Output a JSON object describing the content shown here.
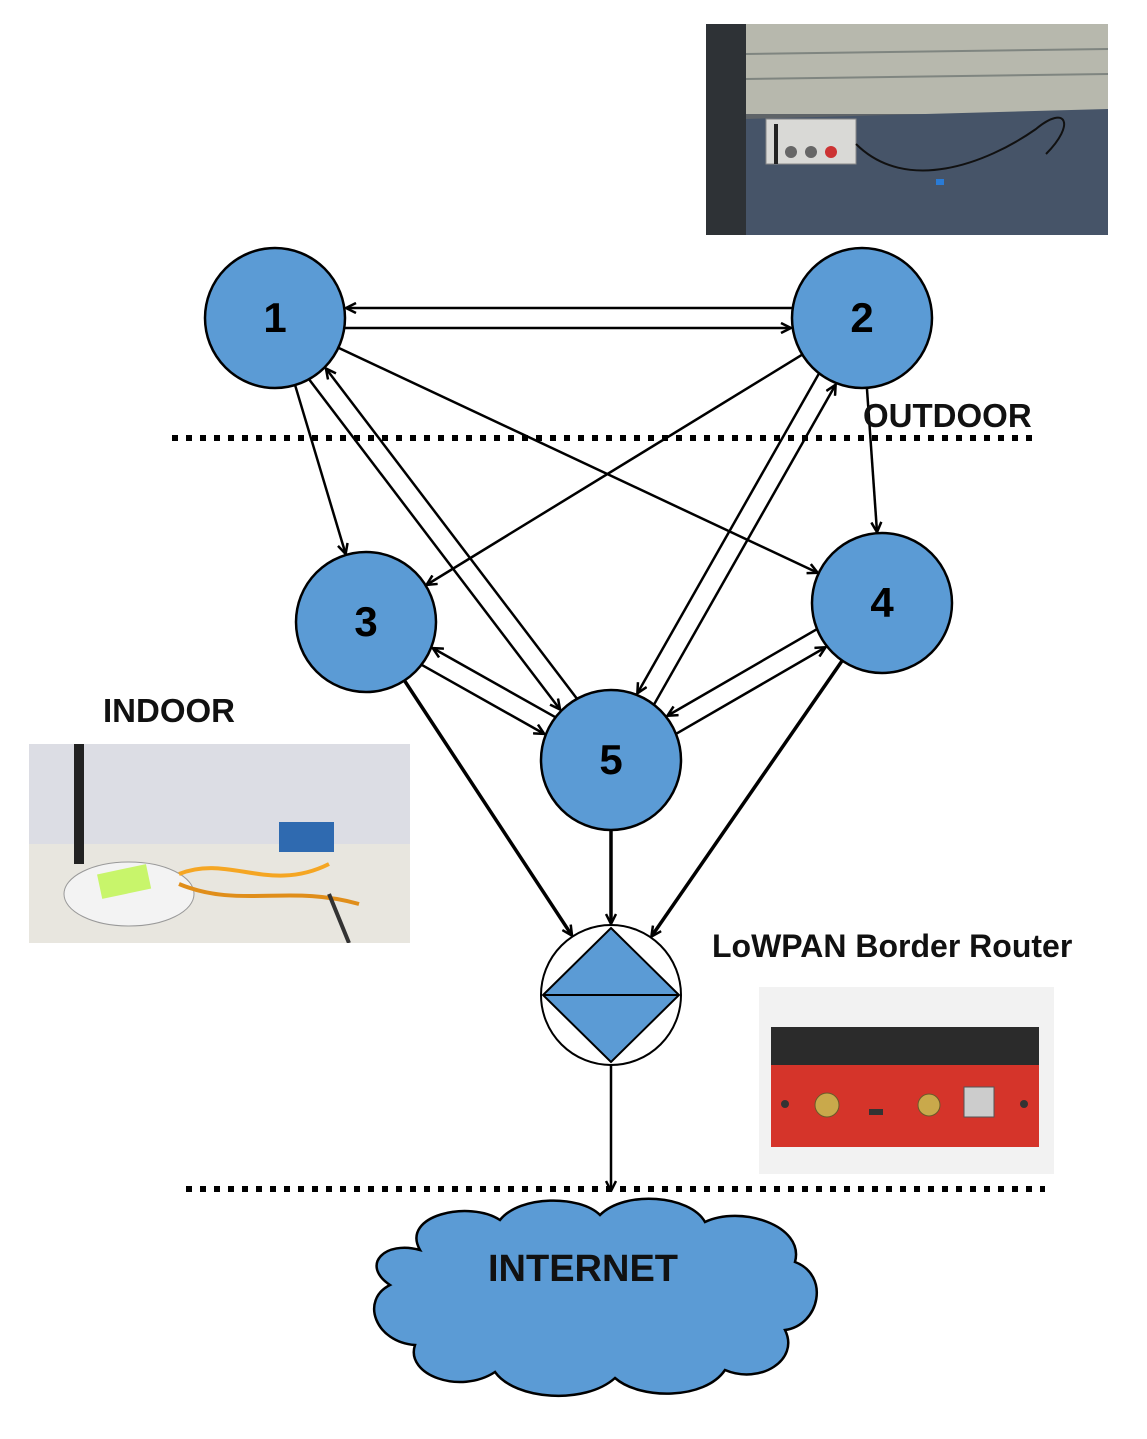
{
  "nodes": [
    {
      "id": "1",
      "label": "1"
    },
    {
      "id": "2",
      "label": "2"
    },
    {
      "id": "3",
      "label": "3"
    },
    {
      "id": "4",
      "label": "4"
    },
    {
      "id": "5",
      "label": "5"
    }
  ],
  "edges": [
    [
      "1",
      "2"
    ],
    [
      "2",
      "1"
    ],
    [
      "1",
      "3"
    ],
    [
      "1",
      "4"
    ],
    [
      "1",
      "5"
    ],
    [
      "5",
      "1"
    ],
    [
      "2",
      "3"
    ],
    [
      "2",
      "4"
    ],
    [
      "2",
      "5"
    ],
    [
      "5",
      "2"
    ],
    [
      "3",
      "5"
    ],
    [
      "5",
      "3"
    ],
    [
      "4",
      "5"
    ],
    [
      "5",
      "4"
    ],
    [
      "3",
      "router"
    ],
    [
      "4",
      "router"
    ],
    [
      "5",
      "router"
    ],
    [
      "router",
      "internet"
    ]
  ],
  "labels": {
    "outdoor": "OUTDOOR",
    "indoor": "INDOOR",
    "router": "LoWPAN Border Router",
    "internet": "INTERNET"
  },
  "colors": {
    "node_fill": "#5b9bd5",
    "node_stroke": "#000000",
    "line": "#000000"
  },
  "icons": {
    "router": "border-router-icon",
    "internet": "cloud-icon"
  }
}
